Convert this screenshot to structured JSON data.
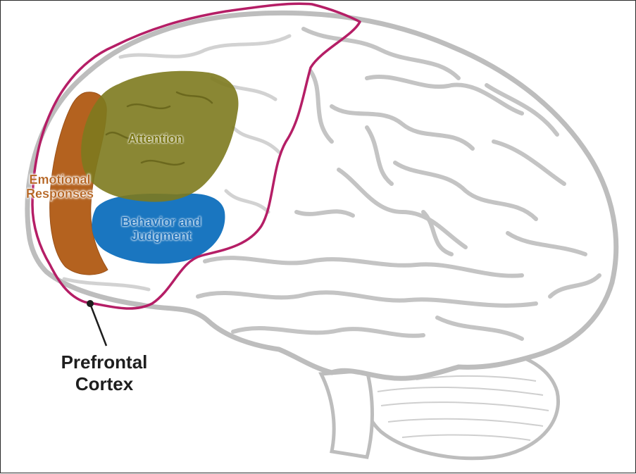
{
  "labels": {
    "emotional_line1": "Emotional",
    "emotional_line2": "Responses",
    "attention": "Attention",
    "behavior_line1": "Behavior and",
    "behavior_line2": "Judgment",
    "pfc_line1": "Prefrontal",
    "pfc_line2": "Cortex"
  },
  "colors": {
    "emotional": "#b4621f",
    "attention": "#7d7a1e",
    "behavior": "#1a76c0",
    "pfc_outline": "#b51e66",
    "pfc_text": "#1e1e1e",
    "brain_outline": "#bcbcbc"
  }
}
